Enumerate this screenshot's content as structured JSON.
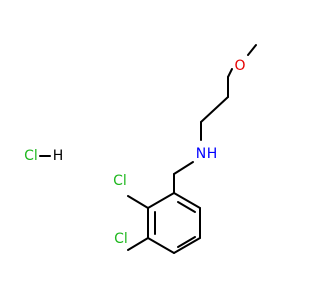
{
  "molecule": {
    "atoms": {
      "oxygen": "O",
      "nitrogen": "N",
      "nitrogen_h": "H",
      "chlorine_1": "Cl",
      "chlorine_2": "Cl",
      "hcl_cl": "Cl",
      "hcl_h": "H"
    },
    "colors": {
      "oxygen": "#e60000",
      "nitrogen": "#0000ff",
      "chlorine": "#1fb81f",
      "carbon": "#000000"
    }
  }
}
